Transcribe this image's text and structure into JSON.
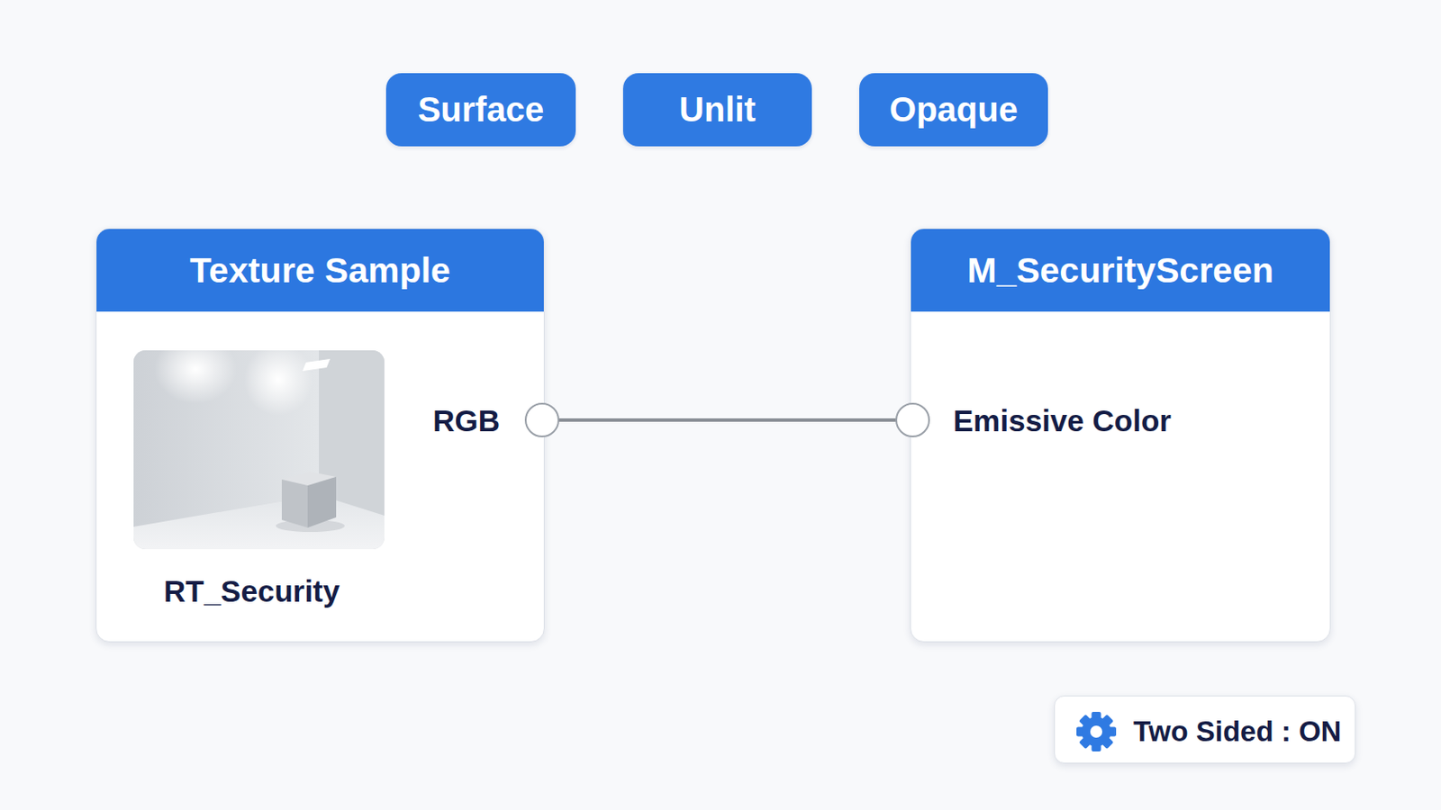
{
  "diagram": {
    "nodes": [
      {
        "text": [
          "Surface"
        ]
      },
      {
        "text": [
          "Unlit"
        ]
      },
      {
        "text": [
          "Opaque"
        ]
      },
      {
        "text": [
          "Texture Sample",
          "RGB",
          "RT_Security"
        ]
      },
      {
        "text": [
          "M_SecurityScreen",
          "Emissive Color"
        ]
      },
      {
        "text": [
          "Two Sided : ON"
        ]
      }
    ],
    "edges": [
      {
        "from": 3,
        "to": 4,
        "arrow": "none"
      }
    ]
  }
}
